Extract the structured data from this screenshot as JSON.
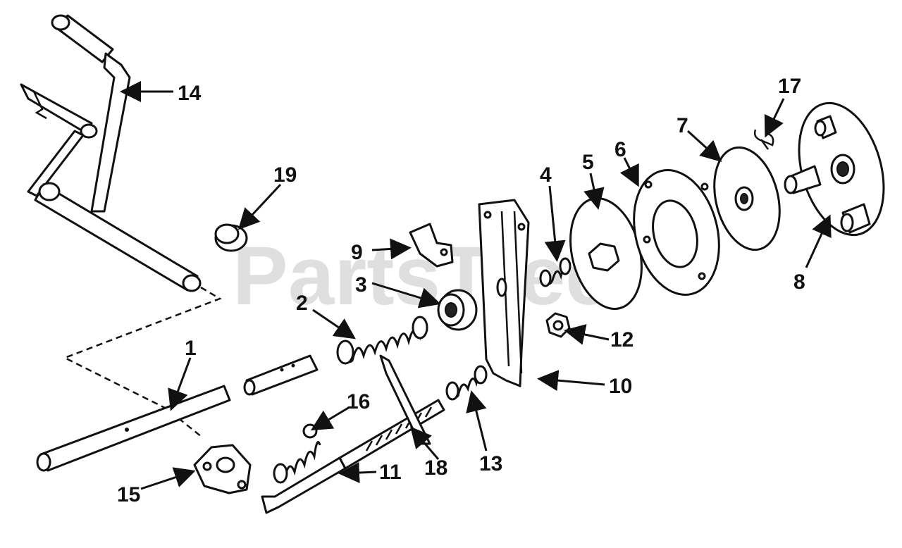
{
  "watermark": "PartsTree",
  "callouts": {
    "c1": "1",
    "c2": "2",
    "c3": "3",
    "c4": "4",
    "c5": "5",
    "c6": "6",
    "c7": "7",
    "c8": "8",
    "c9": "9",
    "c10": "10",
    "c11": "11",
    "c12": "12",
    "c13": "13",
    "c14": "14",
    "c15": "15",
    "c16": "16",
    "c17": "17",
    "c18": "18",
    "c19": "19"
  },
  "colors": {
    "line": "#111111",
    "watermark": "#c4c4c4",
    "background": "#ffffff"
  }
}
